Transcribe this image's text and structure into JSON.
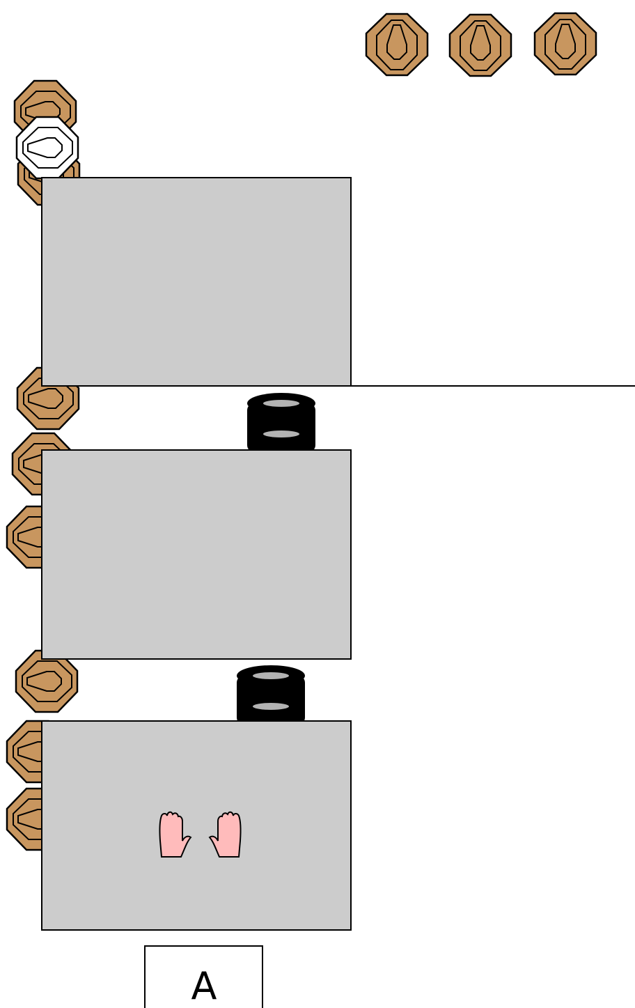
{
  "stage": {
    "start_box_label": "A",
    "colors": {
      "target_fill": "#c8965f",
      "no_shoot_fill": "#ffffff",
      "wall_fill": "#cccccc",
      "barrel_fill": "#000000",
      "barrel_top": "#b3b3b3",
      "hands_fill": "#ffbbbb",
      "outline": "#000000"
    },
    "items": {
      "far_targets": 3,
      "left_targets": 8,
      "no_shoot_targets": 1,
      "walls": 3,
      "barrel_stacks": 2,
      "start_position": "hands"
    }
  }
}
